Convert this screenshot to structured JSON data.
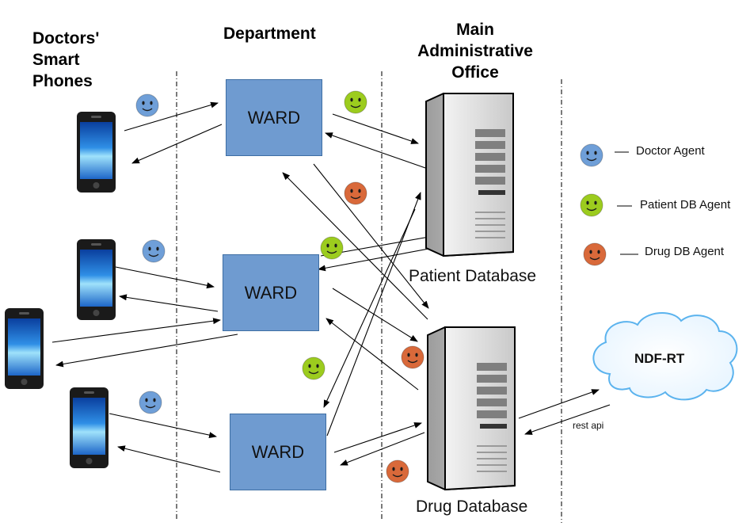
{
  "columns": {
    "phones": [
      "Doctors'",
      "Smart",
      "Phones"
    ],
    "department": "Department",
    "office": [
      "Main",
      "Administrative",
      "Office"
    ]
  },
  "wards": [
    "WARD",
    "WARD",
    "WARD"
  ],
  "servers": {
    "patient": "Patient Database",
    "drug": "Drug Database"
  },
  "legend": [
    {
      "label": "Doctor Agent",
      "color": "#6f9fd8"
    },
    {
      "label": "Patient DB Agent",
      "color": "#9ccc1e"
    },
    {
      "label": "Drug DB Agent",
      "color": "#d9693a"
    }
  ],
  "cloud": "NDF-RT",
  "api_label": "rest api"
}
